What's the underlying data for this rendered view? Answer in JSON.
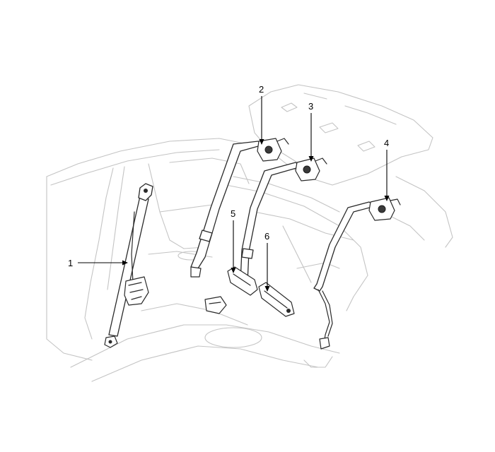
{
  "callouts": [
    {
      "number": "1"
    },
    {
      "number": "2"
    },
    {
      "number": "3"
    },
    {
      "number": "4"
    },
    {
      "number": "5"
    },
    {
      "number": "6"
    }
  ],
  "colors": {
    "line_art": "#2a2a2a",
    "body_outline": "#c4c4c4",
    "background": "#ffffff"
  }
}
